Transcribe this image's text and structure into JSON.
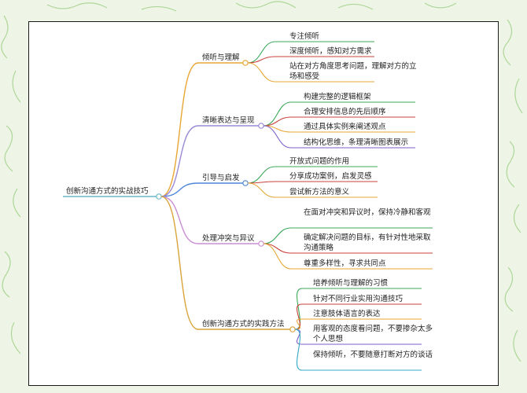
{
  "root": {
    "label": "创新沟通方式的实战技巧"
  },
  "branches": [
    {
      "label": "倾听与理解",
      "color": "#e8a735",
      "items": [
        "专注倾听",
        "深度倾听，感知对方需求",
        "站在对方角度思考问题，理解对方的立场和感受"
      ]
    },
    {
      "label": "清晰表达与呈现",
      "color": "#9b8ad6",
      "items": [
        "构建完整的逻辑框架",
        "合理安排信息的先后顺序",
        "通过具体实例来阐述观点",
        "结构化思维，条理清晰图表展示"
      ]
    },
    {
      "label": "引导与启发",
      "color": "#4f86d9",
      "items": [
        "开放式问题的作用",
        "分享成功案例，启发灵感",
        "尝试新方法的意义"
      ]
    },
    {
      "label": "处理冲突与异议",
      "color": "#c98fd3",
      "items": [
        "在面对冲突和异议时，保持冷静和客观",
        "确定解决问题的目标，有针对性地采取沟通策略",
        "尊重多样性，寻求共同点"
      ]
    },
    {
      "label": "创新沟通方式的实践方法",
      "color": "#d9a43a",
      "items": [
        "培养倾听与理解的习惯",
        "针对不同行业实用沟通技巧",
        "注意肢体语言的表达",
        "用客观的态度看问题，不要掺杂太多个人思想",
        "保持倾听，不要随意打断对方的谈话"
      ]
    }
  ],
  "leaf_colors": [
    "#3ca85a",
    "#c9403a",
    "#e8a735",
    "#7a5fc9",
    "#35a7c9"
  ]
}
